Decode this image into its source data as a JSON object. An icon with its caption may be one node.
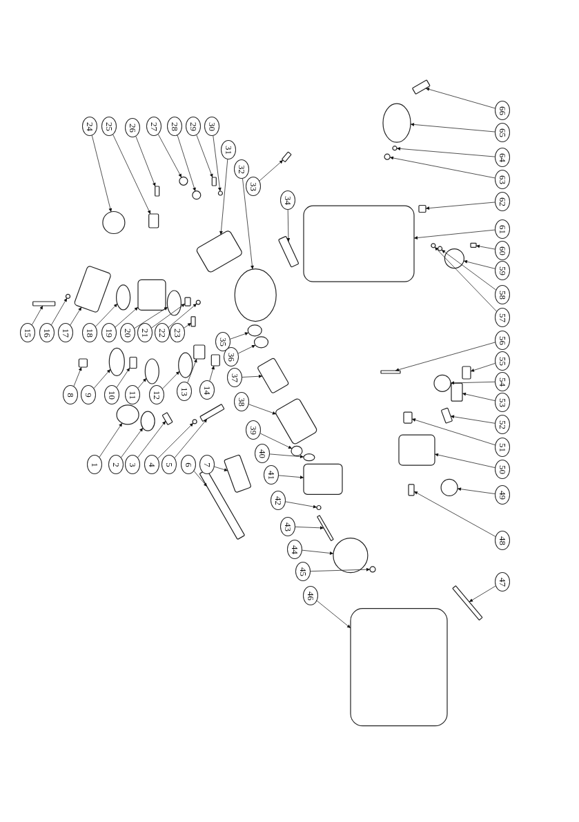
{
  "diagram": {
    "nodes": [
      {
        "text": [
          "1"
        ]
      },
      {
        "text": [
          "2"
        ]
      },
      {
        "text": [
          "3"
        ]
      },
      {
        "text": [
          "4"
        ]
      },
      {
        "text": [
          "5"
        ]
      },
      {
        "text": [
          "6"
        ]
      },
      {
        "text": [
          "7"
        ]
      },
      {
        "text": [
          "8"
        ]
      },
      {
        "text": [
          "9"
        ]
      },
      {
        "text": [
          "10"
        ]
      },
      {
        "text": [
          "11"
        ]
      },
      {
        "text": [
          "12"
        ]
      },
      {
        "text": [
          "13"
        ]
      },
      {
        "text": [
          "14"
        ]
      },
      {
        "text": [
          "15"
        ]
      },
      {
        "text": [
          "16"
        ]
      },
      {
        "text": [
          "17"
        ]
      },
      {
        "text": [
          "18"
        ]
      },
      {
        "text": [
          "19"
        ]
      },
      {
        "text": [
          "20"
        ]
      },
      {
        "text": [
          "21"
        ]
      },
      {
        "text": [
          "22"
        ]
      },
      {
        "text": [
          "23"
        ]
      },
      {
        "text": [
          "24"
        ]
      },
      {
        "text": [
          "25"
        ]
      },
      {
        "text": [
          "26"
        ]
      },
      {
        "text": [
          "27"
        ]
      },
      {
        "text": [
          "28"
        ]
      },
      {
        "text": [
          "29"
        ]
      },
      {
        "text": [
          "30"
        ]
      },
      {
        "text": [
          "31"
        ]
      },
      {
        "text": [
          "32"
        ]
      },
      {
        "text": [
          "33"
        ]
      },
      {
        "text": [
          "34"
        ]
      },
      {
        "text": [
          "35"
        ]
      },
      {
        "text": [
          "36"
        ]
      },
      {
        "text": [
          "37"
        ]
      },
      {
        "text": [
          "38"
        ]
      },
      {
        "text": [
          "39"
        ]
      },
      {
        "text": [
          "40"
        ]
      },
      {
        "text": [
          "41"
        ]
      },
      {
        "text": [
          "42"
        ]
      },
      {
        "text": [
          "43"
        ]
      },
      {
        "text": [
          "44"
        ]
      },
      {
        "text": [
          "45"
        ]
      },
      {
        "text": [
          "46"
        ]
      },
      {
        "text": [
          "47"
        ]
      },
      {
        "text": [
          "48"
        ]
      },
      {
        "text": [
          "49"
        ]
      },
      {
        "text": [
          "50"
        ]
      },
      {
        "text": [
          "51"
        ]
      },
      {
        "text": [
          "52"
        ]
      },
      {
        "text": [
          "53"
        ]
      },
      {
        "text": [
          "54"
        ]
      },
      {
        "text": [
          "55"
        ]
      },
      {
        "text": [
          "56"
        ]
      },
      {
        "text": [
          "57"
        ]
      },
      {
        "text": [
          "58"
        ]
      },
      {
        "text": [
          "59"
        ]
      },
      {
        "text": [
          "60"
        ]
      },
      {
        "text": [
          "61"
        ]
      },
      {
        "text": [
          "62"
        ]
      },
      {
        "text": [
          "63"
        ]
      },
      {
        "text": [
          "64"
        ]
      },
      {
        "text": [
          "65"
        ]
      },
      {
        "text": [
          "66"
        ]
      },
      {
        "text": [],
        "shape": "circle"
      },
      {
        "text": [],
        "shape": "circle"
      },
      {
        "text": [],
        "shape": "box"
      },
      {
        "text": [],
        "shape": "circle"
      },
      {
        "text": [],
        "shape": "box"
      },
      {
        "text": [],
        "shape": "box"
      },
      {
        "text": [],
        "shape": "box"
      },
      {
        "text": [],
        "shape": "box"
      },
      {
        "text": [],
        "shape": "circle"
      },
      {
        "text": [],
        "shape": "box"
      },
      {
        "text": [],
        "shape": "circle"
      },
      {
        "text": [],
        "shape": "circle"
      },
      {
        "text": [],
        "shape": "box"
      },
      {
        "text": [],
        "shape": "box"
      },
      {
        "text": [],
        "shape": "box"
      },
      {
        "text": [],
        "shape": "circle"
      },
      {
        "text": [],
        "shape": "box"
      },
      {
        "text": [],
        "shape": "circle"
      },
      {
        "text": [],
        "shape": "box"
      },
      {
        "text": [],
        "shape": "circle"
      },
      {
        "text": [],
        "shape": "box"
      },
      {
        "text": [],
        "shape": "circle"
      },
      {
        "text": [],
        "shape": "box"
      },
      {
        "text": [],
        "shape": "circle"
      },
      {
        "text": [],
        "shape": "box"
      },
      {
        "text": [],
        "shape": "box"
      },
      {
        "text": [],
        "shape": "circle"
      },
      {
        "text": [],
        "shape": "circle"
      },
      {
        "text": [],
        "shape": "box"
      },
      {
        "text": [],
        "shape": "circle"
      },
      {
        "text": [],
        "shape": "box"
      },
      {
        "text": [],
        "shape": "circle"
      },
      {
        "text": [],
        "shape": "box"
      },
      {
        "text": [],
        "shape": "box"
      },
      {
        "text": [],
        "shape": "circle"
      },
      {
        "text": [],
        "shape": "circle"
      },
      {
        "text": [],
        "shape": "box"
      },
      {
        "text": [],
        "shape": "box"
      },
      {
        "text": [],
        "shape": "circle"
      },
      {
        "text": [],
        "shape": "circle"
      },
      {
        "text": [],
        "shape": "box"
      },
      {
        "text": [],
        "shape": "circle"
      },
      {
        "text": [],
        "shape": "box"
      },
      {
        "text": [],
        "shape": "circle"
      },
      {
        "text": [],
        "shape": "circle"
      },
      {
        "text": [],
        "shape": "box"
      },
      {
        "text": [],
        "shape": "box"
      },
      {
        "text": [],
        "shape": "box"
      },
      {
        "text": [],
        "shape": "circle"
      },
      {
        "text": [],
        "shape": "box"
      },
      {
        "text": [],
        "shape": "box"
      },
      {
        "text": [],
        "shape": "box"
      },
      {
        "text": [],
        "shape": "box"
      },
      {
        "text": [],
        "shape": "circle"
      },
      {
        "text": [],
        "shape": "box"
      },
      {
        "text": [],
        "shape": "box"
      },
      {
        "text": [],
        "shape": "circle"
      },
      {
        "text": [],
        "shape": "circle"
      },
      {
        "text": [],
        "shape": "circle"
      },
      {
        "text": [],
        "shape": "box"
      },
      {
        "text": [],
        "shape": "box"
      },
      {
        "text": [],
        "shape": "box"
      },
      {
        "text": [],
        "shape": "circle"
      },
      {
        "text": [],
        "shape": "circle"
      },
      {
        "text": [],
        "shape": "circle"
      },
      {
        "text": [],
        "shape": "box"
      }
    ],
    "edges": [
      {
        "from": 0,
        "to": 66,
        "arrow": "to"
      },
      {
        "from": 1,
        "to": 67,
        "arrow": "to"
      },
      {
        "from": 2,
        "to": 68,
        "arrow": "to"
      },
      {
        "from": 3,
        "to": 69,
        "arrow": "to"
      },
      {
        "from": 4,
        "to": 70,
        "arrow": "to"
      },
      {
        "from": 5,
        "to": 71,
        "arrow": "to"
      },
      {
        "from": 6,
        "to": 72,
        "arrow": "to"
      },
      {
        "from": 7,
        "to": 73,
        "arrow": "to"
      },
      {
        "from": 8,
        "to": 74,
        "arrow": "to"
      },
      {
        "from": 9,
        "to": 75,
        "arrow": "to"
      },
      {
        "from": 10,
        "to": 76,
        "arrow": "to"
      },
      {
        "from": 11,
        "to": 77,
        "arrow": "to"
      },
      {
        "from": 12,
        "to": 78,
        "arrow": "to"
      },
      {
        "from": 13,
        "to": 79,
        "arrow": "to"
      },
      {
        "from": 14,
        "to": 80,
        "arrow": "to"
      },
      {
        "from": 15,
        "to": 81,
        "arrow": "to"
      },
      {
        "from": 16,
        "to": 82,
        "arrow": "to"
      },
      {
        "from": 17,
        "to": 83,
        "arrow": "to"
      },
      {
        "from": 18,
        "to": 84,
        "arrow": "to"
      },
      {
        "from": 19,
        "to": 85,
        "arrow": "to"
      },
      {
        "from": 20,
        "to": 86,
        "arrow": "to"
      },
      {
        "from": 21,
        "to": 87,
        "arrow": "to"
      },
      {
        "from": 22,
        "to": 88,
        "arrow": "to"
      },
      {
        "from": 23,
        "to": 89,
        "arrow": "to"
      },
      {
        "from": 24,
        "to": 90,
        "arrow": "to"
      },
      {
        "from": 25,
        "to": 91,
        "arrow": "to"
      },
      {
        "from": 26,
        "to": 92,
        "arrow": "to"
      },
      {
        "from": 27,
        "to": 93,
        "arrow": "to"
      },
      {
        "from": 28,
        "to": 94,
        "arrow": "to"
      },
      {
        "from": 29,
        "to": 95,
        "arrow": "to"
      },
      {
        "from": 30,
        "to": 96,
        "arrow": "to"
      },
      {
        "from": 31,
        "to": 97,
        "arrow": "to"
      },
      {
        "from": 32,
        "to": 98,
        "arrow": "to"
      },
      {
        "from": 33,
        "to": 99,
        "arrow": "to"
      },
      {
        "from": 34,
        "to": 100,
        "arrow": "to"
      },
      {
        "from": 35,
        "to": 101,
        "arrow": "to"
      },
      {
        "from": 36,
        "to": 102,
        "arrow": "to"
      },
      {
        "from": 37,
        "to": 103,
        "arrow": "to"
      },
      {
        "from": 38,
        "to": 104,
        "arrow": "to"
      },
      {
        "from": 39,
        "to": 105,
        "arrow": "to"
      },
      {
        "from": 40,
        "to": 106,
        "arrow": "to"
      },
      {
        "from": 41,
        "to": 107,
        "arrow": "to"
      },
      {
        "from": 42,
        "to": 108,
        "arrow": "to"
      },
      {
        "from": 43,
        "to": 109,
        "arrow": "to"
      },
      {
        "from": 44,
        "to": 110,
        "arrow": "to"
      },
      {
        "from": 45,
        "to": 111,
        "arrow": "to"
      },
      {
        "from": 46,
        "to": 112,
        "arrow": "to"
      },
      {
        "from": 47,
        "to": 113,
        "arrow": "to"
      },
      {
        "from": 48,
        "to": 114,
        "arrow": "to"
      },
      {
        "from": 49,
        "to": 115,
        "arrow": "to"
      },
      {
        "from": 50,
        "to": 116,
        "arrow": "to"
      },
      {
        "from": 51,
        "to": 117,
        "arrow": "to"
      },
      {
        "from": 52,
        "to": 118,
        "arrow": "to"
      },
      {
        "from": 53,
        "to": 119,
        "arrow": "to"
      },
      {
        "from": 54,
        "to": 120,
        "arrow": "to"
      },
      {
        "from": 55,
        "to": 121,
        "arrow": "to"
      },
      {
        "from": 56,
        "to": 122,
        "arrow": "to"
      },
      {
        "from": 57,
        "to": 123,
        "arrow": "to"
      },
      {
        "from": 58,
        "to": 124,
        "arrow": "to"
      },
      {
        "from": 59,
        "to": 125,
        "arrow": "to"
      },
      {
        "from": 60,
        "to": 126,
        "arrow": "to"
      },
      {
        "from": 61,
        "to": 127,
        "arrow": "to"
      },
      {
        "from": 62,
        "to": 128,
        "arrow": "to"
      },
      {
        "from": 63,
        "to": 129,
        "arrow": "to"
      },
      {
        "from": 64,
        "to": 130,
        "arrow": "to"
      },
      {
        "from": 65,
        "to": 131,
        "arrow": "to"
      }
    ]
  }
}
